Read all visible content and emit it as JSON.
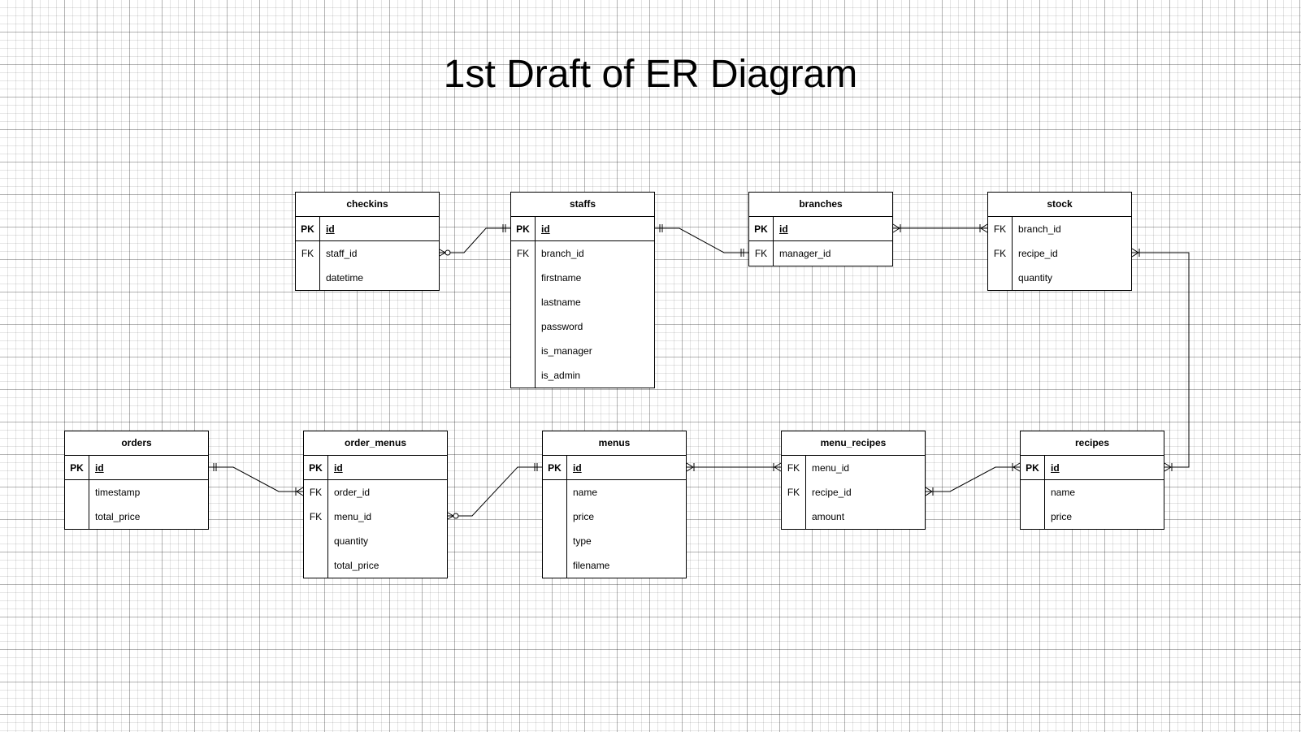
{
  "diagram": {
    "title": "1st Draft of ER Diagram",
    "entities": [
      {
        "name": "checkins",
        "rows": [
          {
            "key": "PK",
            "field": "id",
            "pk": true
          },
          {
            "key": "FK",
            "field": "staff_id",
            "pk": false
          },
          {
            "key": "",
            "field": "datetime",
            "pk": false
          }
        ]
      },
      {
        "name": "staffs",
        "rows": [
          {
            "key": "PK",
            "field": "id",
            "pk": true
          },
          {
            "key": "FK",
            "field": "branch_id",
            "pk": false
          },
          {
            "key": "",
            "field": "firstname",
            "pk": false
          },
          {
            "key": "",
            "field": "lastname",
            "pk": false
          },
          {
            "key": "",
            "field": "password",
            "pk": false
          },
          {
            "key": "",
            "field": "is_manager",
            "pk": false
          },
          {
            "key": "",
            "field": "is_admin",
            "pk": false
          }
        ]
      },
      {
        "name": "branches",
        "rows": [
          {
            "key": "PK",
            "field": "id",
            "pk": true
          },
          {
            "key": "FK",
            "field": "manager_id",
            "pk": false
          }
        ]
      },
      {
        "name": "stock",
        "rows": [
          {
            "key": "FK",
            "field": "branch_id",
            "pk": false
          },
          {
            "key": "FK",
            "field": "recipe_id",
            "pk": false
          },
          {
            "key": "",
            "field": "quantity",
            "pk": false
          }
        ]
      },
      {
        "name": "orders",
        "rows": [
          {
            "key": "PK",
            "field": "id",
            "pk": true
          },
          {
            "key": "",
            "field": "timestamp",
            "pk": false
          },
          {
            "key": "",
            "field": "total_price",
            "pk": false
          }
        ]
      },
      {
        "name": "order_menus",
        "rows": [
          {
            "key": "PK",
            "field": "id",
            "pk": true
          },
          {
            "key": "FK",
            "field": "order_id",
            "pk": false
          },
          {
            "key": "FK",
            "field": "menu_id",
            "pk": false
          },
          {
            "key": "",
            "field": "quantity",
            "pk": false
          },
          {
            "key": "",
            "field": "total_price",
            "pk": false
          }
        ]
      },
      {
        "name": "menus",
        "rows": [
          {
            "key": "PK",
            "field": "id",
            "pk": true
          },
          {
            "key": "",
            "field": "name",
            "pk": false
          },
          {
            "key": "",
            "field": "price",
            "pk": false
          },
          {
            "key": "",
            "field": "type",
            "pk": false
          },
          {
            "key": "",
            "field": "filename",
            "pk": false
          }
        ]
      },
      {
        "name": "menu_recipes",
        "rows": [
          {
            "key": "FK",
            "field": "menu_id",
            "pk": false
          },
          {
            "key": "FK",
            "field": "recipe_id",
            "pk": false
          },
          {
            "key": "",
            "field": "amount",
            "pk": false
          }
        ]
      },
      {
        "name": "recipes",
        "rows": [
          {
            "key": "PK",
            "field": "id",
            "pk": true
          },
          {
            "key": "",
            "field": "name",
            "pk": false
          },
          {
            "key": "",
            "field": "price",
            "pk": false
          }
        ]
      }
    ],
    "relationships": [
      {
        "from": "checkins.staff_id",
        "from_end": "zero-or-many",
        "to": "staffs.id",
        "to_end": "exactly-one"
      },
      {
        "from": "staffs.id",
        "from_end": "exactly-one",
        "to": "branches.manager_id",
        "to_end": "exactly-one"
      },
      {
        "from": "branches.id",
        "from_end": "one-or-many",
        "to": "stock.branch_id",
        "to_end": "one-or-many"
      },
      {
        "from": "stock.recipe_id",
        "from_end": "one-or-many",
        "to": "recipes.id",
        "to_end": "one-or-many"
      },
      {
        "from": "orders.id",
        "from_end": "exactly-one",
        "to": "order_menus.order_id",
        "to_end": "one-or-many"
      },
      {
        "from": "order_menus.menu_id",
        "from_end": "zero-or-many",
        "to": "menus.id",
        "to_end": "exactly-one"
      },
      {
        "from": "menus.id",
        "from_end": "one-or-many",
        "to": "menu_recipes.menu_id",
        "to_end": "one-or-many"
      },
      {
        "from": "menu_recipes.recipe_id",
        "from_end": "one-or-many",
        "to": "recipes.id",
        "to_end": "one-or-many"
      }
    ]
  }
}
